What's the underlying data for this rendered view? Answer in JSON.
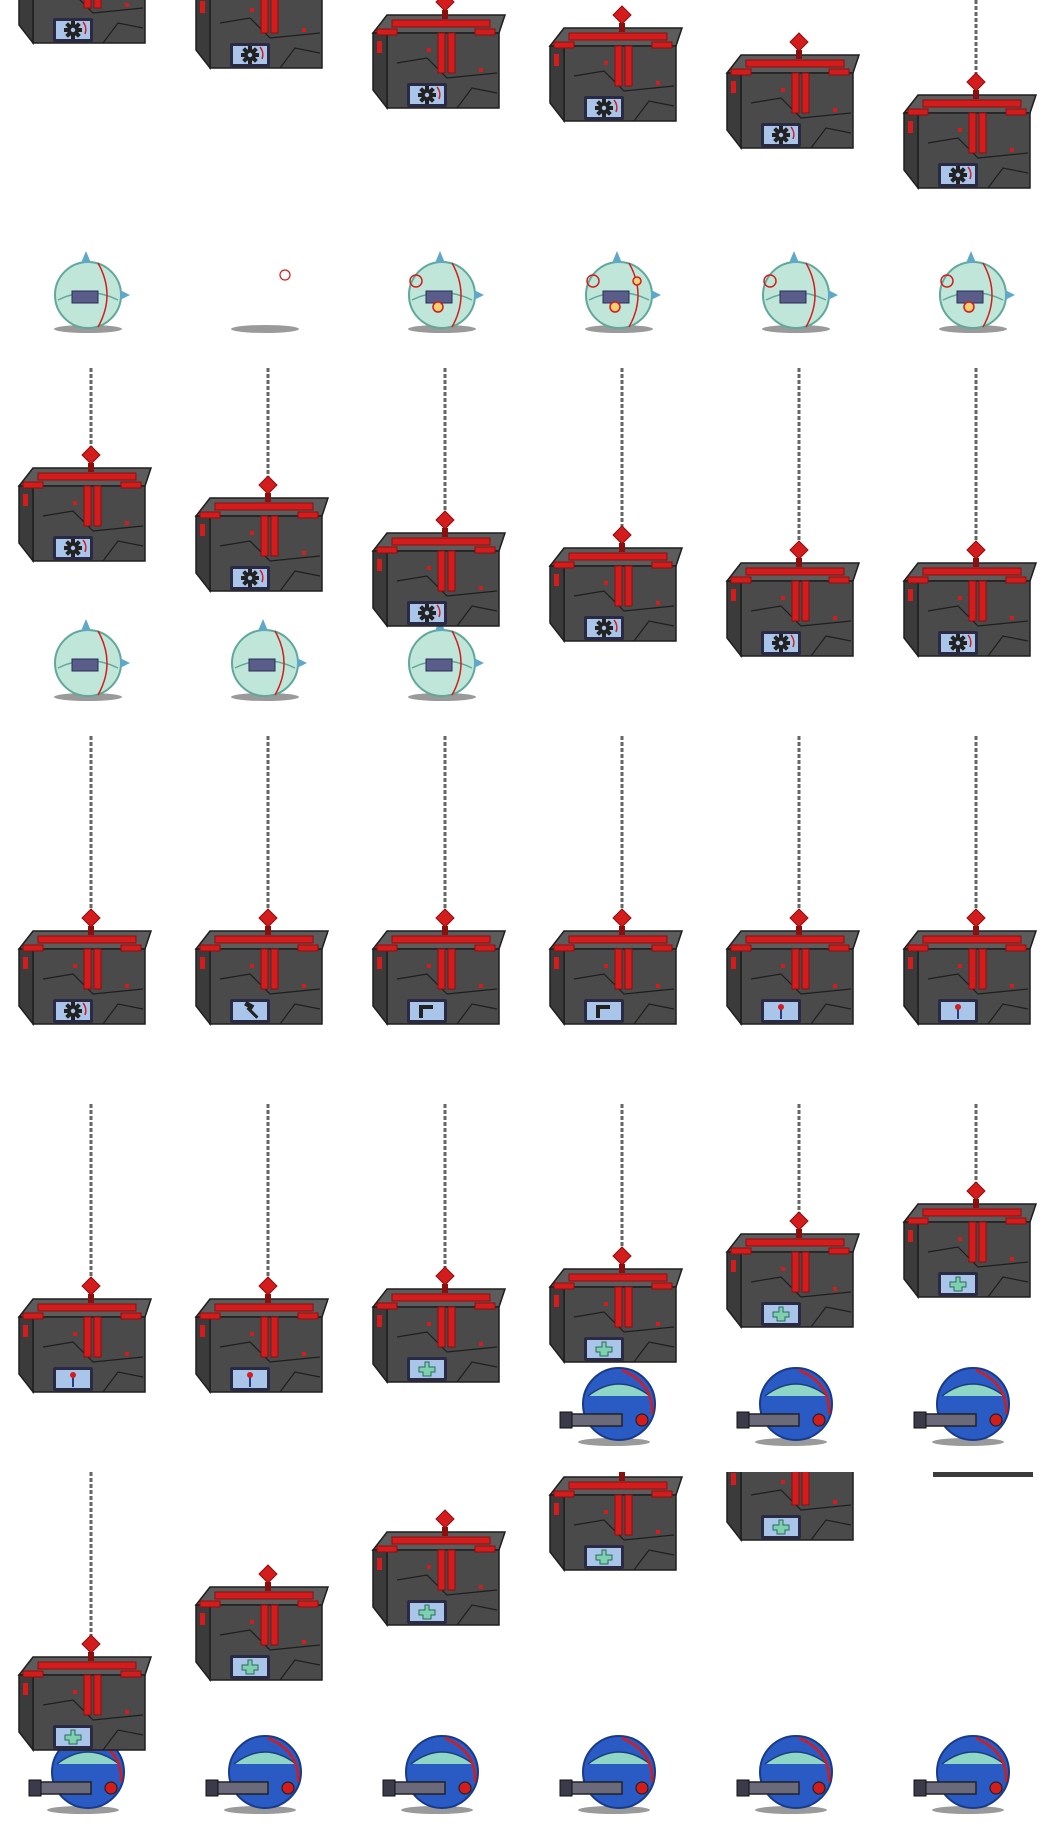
{
  "sheet": {
    "columns": 6,
    "rows": 5,
    "background": "#ffffff",
    "colors": {
      "crate_dark": "#3b3b3b",
      "crate_mid": "#4a4a4a",
      "crate_light": "#5c5c5c",
      "crate_edge": "#1e1e1e",
      "red_accent": "#d41c1c",
      "red_dark": "#8a1010",
      "chain": "#666666",
      "screen_frame": "#2a2a45",
      "screen_bg": "#a9c6ea",
      "orb_glass": "#bfe6d8",
      "orb_rim": "#5fa89a",
      "orb_blue": "#2a5bc4",
      "orb_blue_dark": "#183a8a",
      "shadow": "#9a9a9a"
    },
    "rows_data": [
      {
        "name": "crate-descent-top",
        "frames": [
          {
            "chain": false,
            "crate": true,
            "crateY": -150,
            "screen": "gear-icon",
            "orb": null
          },
          {
            "chain": false,
            "crate": true,
            "crateY": -125,
            "screen": "gear-icon",
            "orb": null
          },
          {
            "chain": false,
            "crate": true,
            "crateY": -85,
            "screen": "gear-icon",
            "orb": null
          },
          {
            "chain": false,
            "crate": true,
            "crateY": -72,
            "screen": "gear-icon",
            "orb": null
          },
          {
            "chain": false,
            "crate": true,
            "crateY": -45,
            "screen": "gear-icon",
            "orb": null
          },
          {
            "chain": true,
            "crate": true,
            "crateY": -5,
            "screen": "gear-icon",
            "orb": null
          }
        ],
        "orbs": [
          {
            "type": "glass",
            "sparks": 0
          },
          {
            "type": "shadow-only",
            "sparks": 1
          },
          {
            "type": "glass",
            "sparks": 2
          },
          {
            "type": "glass",
            "sparks": 3
          },
          {
            "type": "glass",
            "sparks": 1
          },
          {
            "type": "glass",
            "sparks": 2
          }
        ]
      },
      {
        "name": "crate-lift",
        "frames": [
          {
            "chain": true,
            "crate": true,
            "crateY": 0,
            "screen": "gear-icon",
            "orb": "glass"
          },
          {
            "chain": true,
            "crate": true,
            "crateY": 30,
            "screen": "gear-icon",
            "orb": "glass"
          },
          {
            "chain": true,
            "crate": true,
            "crateY": 65,
            "screen": "gear-icon",
            "orb": "glass"
          },
          {
            "chain": true,
            "crate": true,
            "crateY": 80,
            "screen": "gear-icon",
            "orb": null
          },
          {
            "chain": true,
            "crate": true,
            "crateY": 95,
            "screen": "gear-icon",
            "orb": null
          },
          {
            "chain": true,
            "crate": true,
            "crateY": 95,
            "screen": "gear-icon",
            "orb": null
          }
        ]
      },
      {
        "name": "crate-tools",
        "frames": [
          {
            "chain": true,
            "crate": true,
            "crateY": 95,
            "screen": "gear-icon",
            "orb": null
          },
          {
            "chain": true,
            "crate": true,
            "crateY": 95,
            "screen": "hammer-icon",
            "orb": null
          },
          {
            "chain": true,
            "crate": true,
            "crateY": 95,
            "screen": "pistol-icon",
            "orb": null
          },
          {
            "chain": true,
            "crate": true,
            "crateY": 95,
            "screen": "pistol-icon",
            "orb": null
          },
          {
            "chain": true,
            "crate": true,
            "crateY": 95,
            "screen": "wrench-icon",
            "orb": null
          },
          {
            "chain": true,
            "crate": true,
            "crateY": 95,
            "screen": "wrench-icon",
            "orb": null
          }
        ]
      },
      {
        "name": "crate-deploy",
        "frames": [
          {
            "chain": true,
            "crate": true,
            "crateY": 95,
            "screen": "wrench-icon",
            "orb": null
          },
          {
            "chain": true,
            "crate": true,
            "crateY": 95,
            "screen": "wrench-icon",
            "orb": null
          },
          {
            "chain": true,
            "crate": true,
            "crateY": 85,
            "screen": "puzzle-icon",
            "orb": null
          },
          {
            "chain": true,
            "crate": true,
            "crateY": 65,
            "screen": "puzzle-icon",
            "orb": "blue"
          },
          {
            "chain": true,
            "crate": true,
            "crateY": 30,
            "screen": "puzzle-icon",
            "orb": "blue"
          },
          {
            "chain": true,
            "crate": true,
            "crateY": 0,
            "screen": "puzzle-icon",
            "orb": "blue"
          }
        ]
      },
      {
        "name": "crate-exit",
        "frames": [
          {
            "chain": true,
            "crate": true,
            "crateY": 85,
            "screen": "puzzle-icon",
            "orb": null
          },
          {
            "chain": false,
            "crate": true,
            "crateY": 15,
            "screen": "puzzle-icon",
            "orb": null
          },
          {
            "chain": false,
            "crate": true,
            "crateY": -40,
            "screen": "puzzle-icon",
            "orb": null
          },
          {
            "chain": false,
            "crate": true,
            "crateY": -95,
            "screen": "puzzle-icon",
            "orb": null
          },
          {
            "chain": false,
            "crate": true,
            "crateY": -125,
            "screen": "puzzle-icon",
            "orb": null
          },
          {
            "chain": false,
            "crate": false,
            "crateY": -140,
            "screen": "puzzle-icon",
            "orb": null
          }
        ],
        "orbs": [
          {
            "type": "blue"
          },
          {
            "type": "blue"
          },
          {
            "type": "blue"
          },
          {
            "type": "blue"
          },
          {
            "type": "blue"
          },
          {
            "type": "blue"
          }
        ]
      }
    ]
  }
}
